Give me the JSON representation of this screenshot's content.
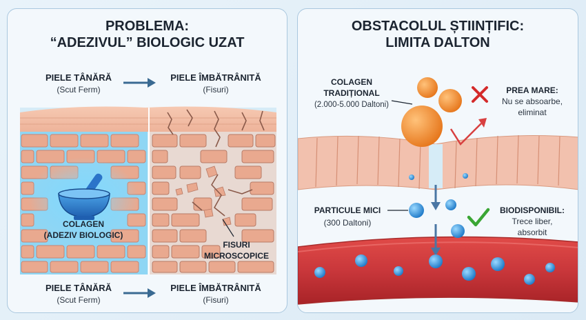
{
  "left": {
    "title_line1": "PROBLEMA:",
    "title_line2": "“ADEZIVUL” BIOLOGIC UZAT",
    "top_row": {
      "young_label": "PIELE TÂNĂRĂ",
      "young_sub": "(Scut Ferm)",
      "aged_label": "PIELE ÎMBĂTRÂNITĂ",
      "aged_sub": "(Fisuri)"
    },
    "collagen_label_1": "COLAGEN",
    "collagen_label_2": "(ADEZIV BIOLOGIC)",
    "fissure_label_1": "FISURI",
    "fissure_label_2": "MICROSCOPICE",
    "bottom_row": {
      "young_label": "PIELE TÂNĂRĂ",
      "young_sub": "(Scut Ferm)",
      "aged_label": "PIELE ÎMBĂTRÂNITĂ",
      "aged_sub": "(Fisuri)"
    },
    "icons": [
      "mortar-pestle-icon",
      "arrow-right-icon"
    ]
  },
  "right": {
    "title_line1": "OBSTACOLUL ȘTIINȚIFIC:",
    "title_line2": "LIMITA DALTON",
    "traditional_1": "COLAGEN",
    "traditional_2": "TRADIȚIONAL",
    "traditional_3": "(2.000-5.000 Daltoni)",
    "too_big_title": "PREA MARE:",
    "too_big_1": "Nu se absoarbe,",
    "too_big_2": "eliminat",
    "small_title": "PARTICULE MICI",
    "small_sub": "(300 Daltoni)",
    "bio_title": "BIODISPONIBIL:",
    "bio_1": "Trece liber,",
    "bio_2": "absorbit",
    "icons": [
      "red-x-icon",
      "green-check-icon",
      "bounce-arrow-icon"
    ]
  },
  "colors": {
    "brick": "#e9a98f",
    "mortar_glow": "#62c9f2",
    "orange_particle": "#ef8a2a",
    "blue_particle": "#2e8fd6",
    "blood": "#c9373b",
    "cross_red": "#d42a2a",
    "check_green": "#3aa634"
  }
}
